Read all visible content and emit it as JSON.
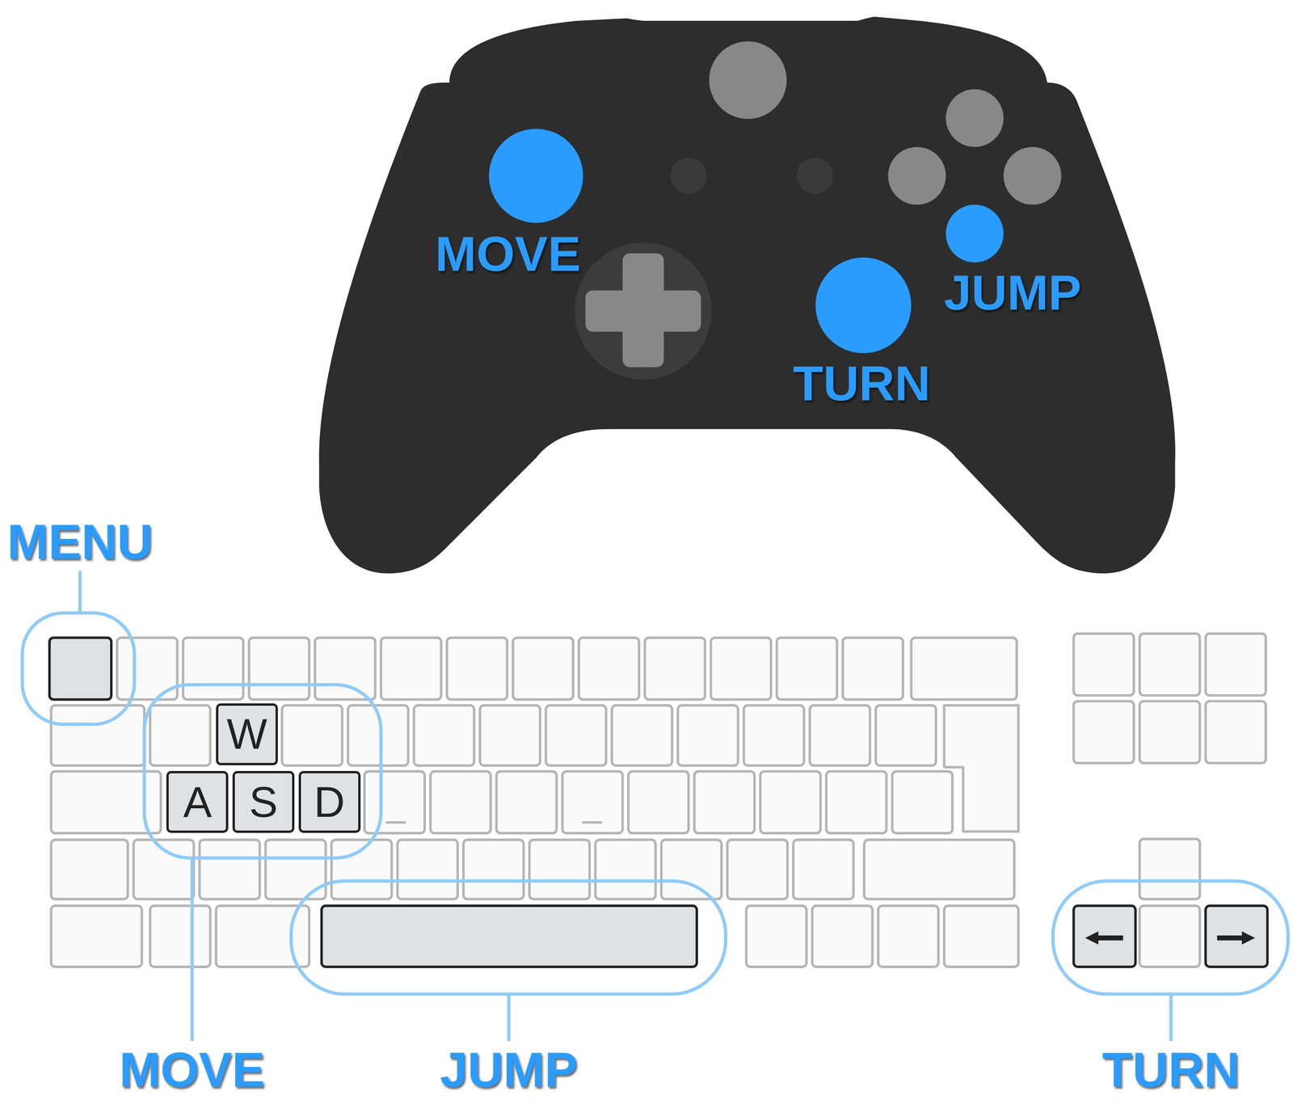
{
  "diagram": {
    "nodes": [
      {
        "text": [
          "W"
        ]
      },
      {
        "text": [
          "A"
        ]
      },
      {
        "text": [
          "S"
        ]
      },
      {
        "text": [
          "D"
        ]
      }
    ],
    "labels": [
      "MOVE",
      "JUMP",
      "TURN",
      "MENU",
      "MOVE",
      "JUMP",
      "TURN"
    ]
  }
}
